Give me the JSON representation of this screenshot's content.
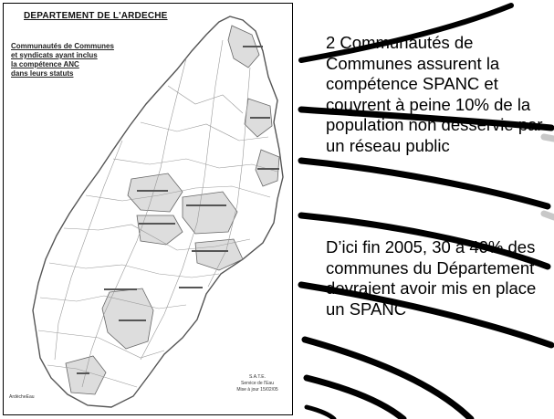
{
  "map": {
    "title": "DEPARTEMENT DE L'ARDECHE",
    "legend_lines": [
      "Communautés de Communes",
      "et syndicats ayant inclus",
      "la compétence ANC",
      "dans leurs statuts"
    ],
    "credit_lines": [
      "S.A.T.E.",
      "Service de l'Eau",
      "Mise à jour 15/02/05"
    ],
    "logo_text": "ArdècheEau",
    "colors": {
      "highlight_fill": "#dddddd",
      "border": "#666666"
    }
  },
  "text_blocks": [
    "2 Communautés de Communes assurent la compétence SPANC et couvrent à peine 10% de la population non desservie par un réseau public",
    "D’ici fin 2005, 30 à 40% des communes du Département devraient avoir mis en place un SPANC"
  ],
  "colors": {
    "stroke": "#000000",
    "background": "#ffffff"
  }
}
